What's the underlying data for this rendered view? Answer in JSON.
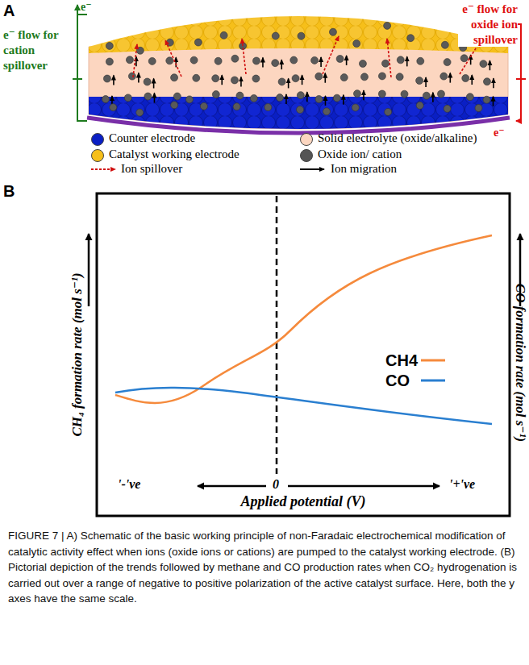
{
  "diagram": {
    "caption": "FIGURE 7 | A) Schematic of the basic working principle of non-Faradaic electrochemical modification of catalytic activity effect when ions (oxide ions or cations) are pumped to the catalyst working electrode. (B) Pictorial depiction of the trends followed by methane and CO production rates when CO₂ hydrogenation is carried out over a range of negative to positive polarization of the active catalyst surface. Here, both the y axes have the same scale.",
    "labels": [
      "A",
      "e⁻",
      "e⁻ flow for cation spillover",
      "e⁻ flow for oxide ion spillover",
      "e⁻",
      "B",
      "CH₄ formation rate (mol s⁻¹)",
      "CO formation rate (mol s⁻¹)",
      "'-'ve",
      "0",
      "'+'ve",
      "Applied potential (V)"
    ],
    "legend": [
      {
        "text": "Counter electrode",
        "color": "#0a1fc4"
      },
      {
        "text": "Solid electrolyte (oxide/alkaline)",
        "color": "#fcd6c0"
      },
      {
        "text": "Catalyst working electrode",
        "color": "#f6bf1a"
      },
      {
        "text": "Oxide ion/ cation",
        "color": "#555555"
      },
      {
        "text": "Ion spillover"
      },
      {
        "text": "Ion migration"
      },
      {
        "text": "CH4"
      },
      {
        "text": "CO"
      }
    ]
  }
}
